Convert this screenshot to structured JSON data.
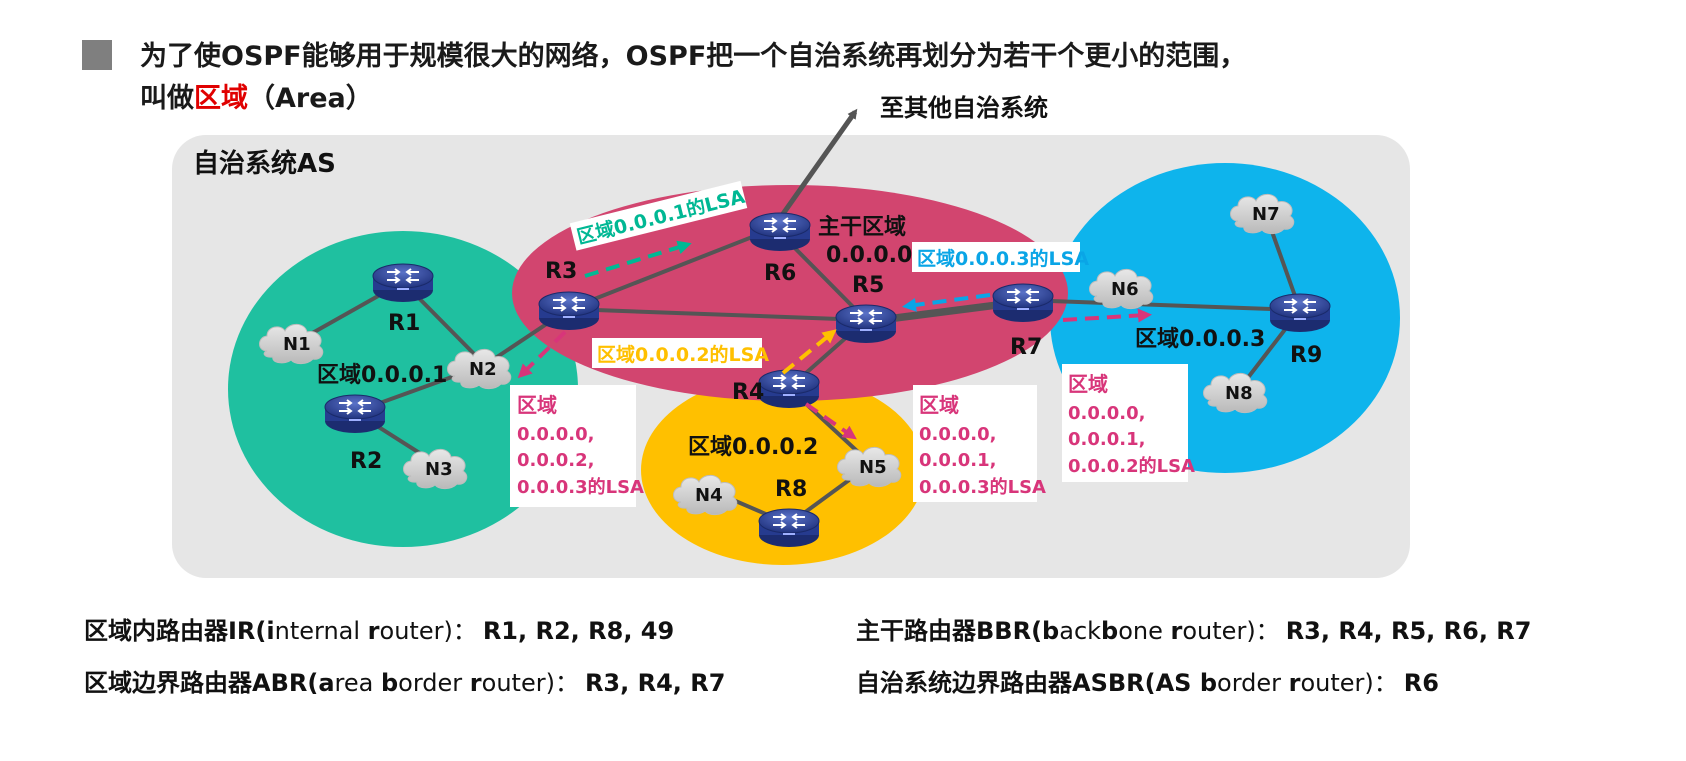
{
  "title": {
    "line1": "为了使OSPF能够用于规模很大的网络，OSPF把一个自治系统再划分为若干个更小的范围，",
    "line2_prefix": "叫做",
    "line2_highlight": "区域",
    "line2_suffix": "（Area）"
  },
  "diagram": {
    "as_label": "自治系统AS",
    "external_label": "至其他自治系统",
    "backbone_label": "主干区域",
    "backbone_id": "0.0.0.0",
    "area1_label": "区域0.0.0.1",
    "area2_label": "区域0.0.0.2",
    "area3_label": "区域0.0.0.3",
    "routers": [
      "R1",
      "R2",
      "R3",
      "R4",
      "R5",
      "R6",
      "R7",
      "R8",
      "R9"
    ],
    "networks": [
      "N1",
      "N2",
      "N3",
      "N4",
      "N5",
      "N6",
      "N7",
      "N8"
    ],
    "lsa_labels": {
      "area1_lsa": "区域0.0.0.1的LSA",
      "area2_lsa": "区域0.0.0.2的LSA",
      "area3_lsa": "区域0.0.0.3的LSA"
    },
    "info_boxes": {
      "to_area1": [
        "区域",
        "0.0.0.0,",
        "0.0.0.2,",
        "0.0.0.3的LSA"
      ],
      "to_area2": [
        "区域",
        "0.0.0.0,",
        "0.0.0.1,",
        "0.0.0.3的LSA"
      ],
      "to_area3": [
        "区域",
        "0.0.0.0,",
        "0.0.0.1,",
        "0.0.0.2的LSA"
      ]
    },
    "colors": {
      "as_bg": "#e6e6e6",
      "area1": "#1fc0a0",
      "area2": "#ffc000",
      "area3": "#0eb4ec",
      "backbone": "#d2456f",
      "lsa_area1": "#00b894",
      "lsa_area2": "#ffc000",
      "lsa_area3": "#0aa5e6",
      "lsa_box_text": "#d8357a",
      "highlight": "#e00000"
    }
  },
  "footer": {
    "ir_label": "区域内路由器IR(",
    "ir_i": "i",
    "ir_mid": "nternal ",
    "ir_r": "r",
    "ir_rest": "outer)：",
    "ir_values": "R1, R2, R8, 49",
    "bbr_label": "主干路由器BBR(",
    "bbr_b": "b",
    "bbr_mid": "ack",
    "bbr_b2": "b",
    "bbr_mid2": "one ",
    "bbr_r": "r",
    "bbr_rest": "outer)：",
    "bbr_values": "R3, R4, R5, R6, R7",
    "abr_label": "区域边界路由器ABR(",
    "abr_a": "a",
    "abr_mid": "rea ",
    "abr_b": "b",
    "abr_mid2": "order ",
    "abr_r": "r",
    "abr_rest": "outer)：",
    "abr_values": "R3, R4, R7",
    "asbr_label": "自治系统边界路由器ASBR(AS ",
    "asbr_b": "b",
    "asbr_mid": "order ",
    "asbr_r": "r",
    "asbr_rest": "outer)：",
    "asbr_values": "R6"
  }
}
